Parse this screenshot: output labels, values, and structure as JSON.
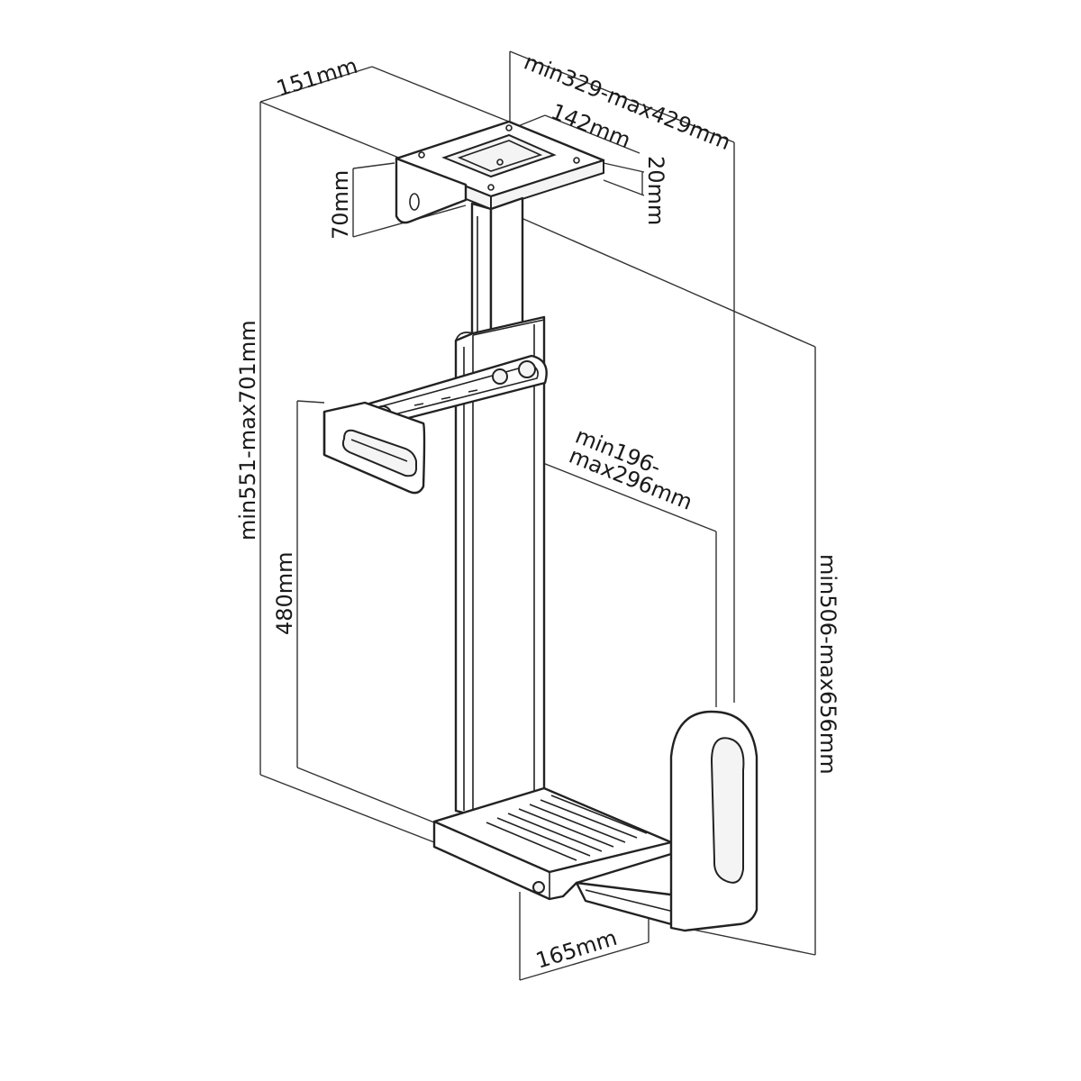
{
  "diagram": {
    "labels": {
      "width_151": "151mm",
      "depth_range": "min329-max429mm",
      "plate_142": "142mm",
      "thickness_20": "20mm",
      "bracket_70": "70mm",
      "height_range": "min551-max701mm",
      "clamp_width_line1": "min196-",
      "clamp_width_line2": "max296mm",
      "inner_480": "480mm",
      "lower_height_range": "min506-max656mm",
      "base_165": "165mm"
    },
    "colors": {
      "line": "#222222",
      "dimension": "#333333",
      "background": "#ffffff"
    }
  }
}
